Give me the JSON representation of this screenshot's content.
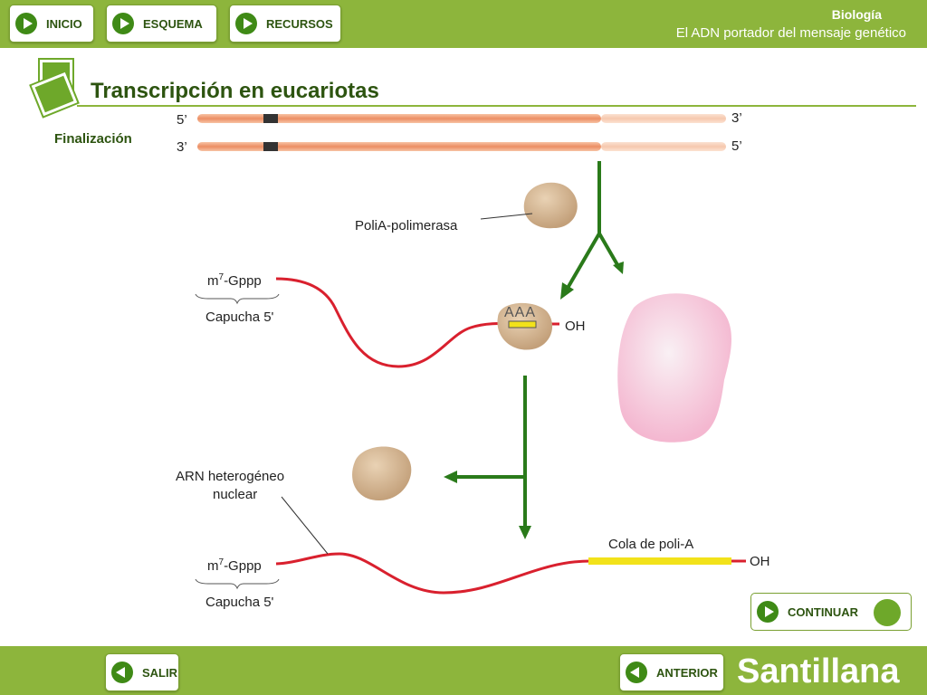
{
  "nav": {
    "inicio": "INICIO",
    "esquema": "ESQUEMA",
    "recursos": "RECURSOS",
    "salir": "SALIR",
    "anterior": "ANTERIOR",
    "continuar": "CONTINUAR"
  },
  "header": {
    "subject": "Biología",
    "topic": "El ADN portador del mensaje genético"
  },
  "title": "Transcripción en eucariotas",
  "stage": "Finalización",
  "dna": {
    "top_left": "5’",
    "top_right": "3’",
    "bottom_left": "3’",
    "bottom_right": "5’"
  },
  "labels": {
    "polya_polimerasa": "PoliA-polimerasa",
    "cap_top": "m",
    "cap_top_sup": "7",
    "cap_top_rest": "-Gppp",
    "capucha_top": "Capucha 5'",
    "aaa": "AAA",
    "oh_top": "OH",
    "arn": "ARN heterogéneo",
    "arn2": "nuclear",
    "cola": "Cola de poli-A",
    "oh_bottom": "OH",
    "cap_bottom": "m",
    "cap_bottom_sup": "7",
    "cap_bottom_rest": "-Gppp",
    "capucha_bottom": "Capucha 5'"
  },
  "brand": "Santillana",
  "colors": {
    "bar_green": "#8db53c",
    "dark_green": "#2d5410",
    "arrow_green": "#2a7a1a",
    "rna_red": "#d9202e",
    "polya_yellow": "#f2e21a",
    "dna_orange": "#f0a07a"
  }
}
